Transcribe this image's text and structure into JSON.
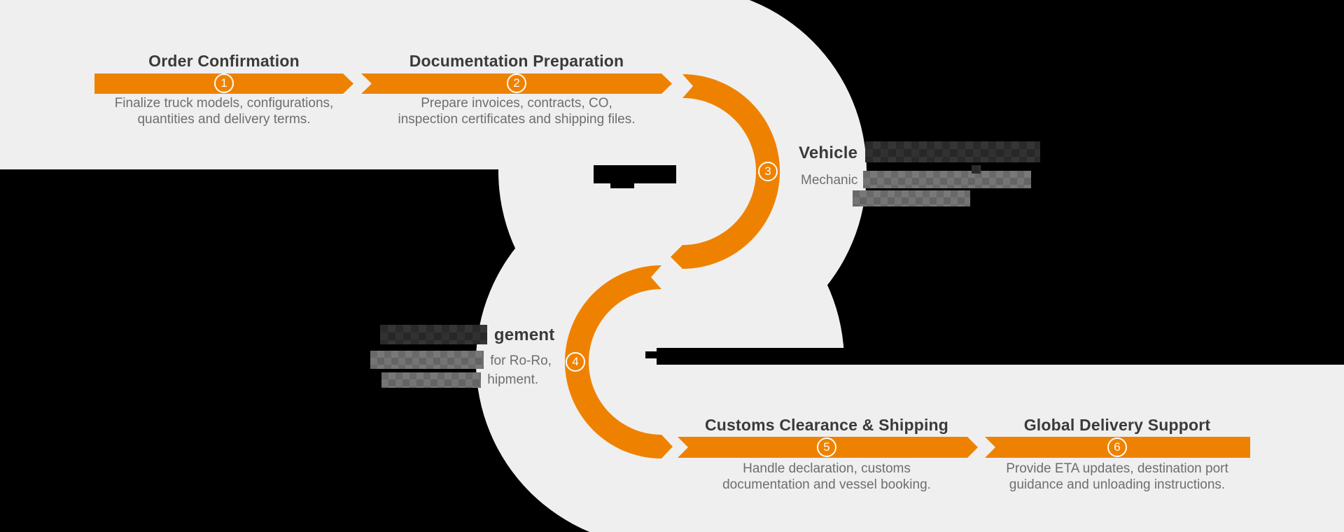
{
  "diagram": {
    "background_color": "#000000",
    "panel_color": "#F0EFEF",
    "accent_color": "#EE8200",
    "title_color": "#3A3A3A",
    "desc_color": "#6E6E6E",
    "circle_icon": "numbered-ring",
    "steps": [
      {
        "number": "1",
        "title": "Order Confirmation",
        "desc_line1": "Finalize truck models, configurations,",
        "desc_line2": "quantities and delivery terms.",
        "redacted": false
      },
      {
        "number": "2",
        "title": "Documentation Preparation",
        "desc_line1": "Prepare invoices, contracts, CO,",
        "desc_line2": "inspection certificates and shipping files.",
        "redacted": false
      },
      {
        "number": "3",
        "title": "Vehicle",
        "desc_line1": "Mechanic",
        "desc_line2": "",
        "redacted": true
      },
      {
        "number": "4",
        "title_suffix": "gement",
        "desc_line1_suffix": "for Ro-Ro,",
        "desc_line2_suffix": "hipment.",
        "redacted": true
      },
      {
        "number": "5",
        "title": "Customs Clearance & Shipping",
        "desc_line1": "Handle declaration, customs",
        "desc_line2": "documentation and vessel booking.",
        "redacted": false
      },
      {
        "number": "6",
        "title": "Global Delivery Support",
        "desc_line1": "Provide ETA updates, destination port",
        "desc_line2": "guidance and unloading instructions.",
        "redacted": false
      }
    ]
  }
}
